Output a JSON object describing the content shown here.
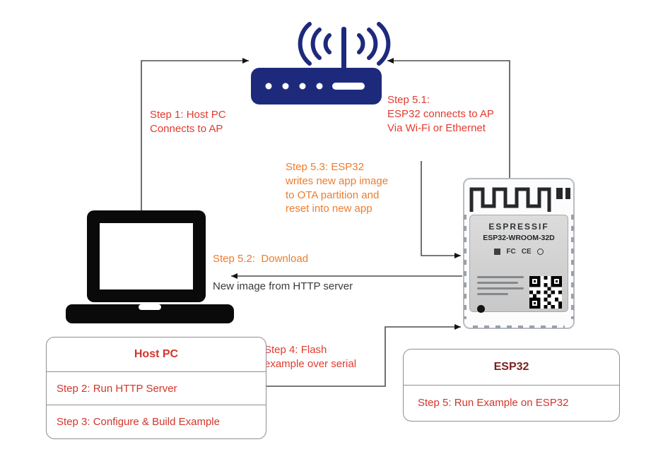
{
  "colors": {
    "red": "#e23b2e",
    "orange": "#ee7c2b",
    "navy": "#1d2a7c",
    "box_red": "#d2352b",
    "esp32_title": "#7c1f1d",
    "line": "#4d4d4d",
    "dark": "#3a3a3a"
  },
  "annotations": {
    "step1": "Step 1: Host PC\nConnects to AP",
    "step5_1": "Step 5.1:\nESP32 connects to AP\nVia Wi-Fi or Ethernet",
    "step5_3": "Step 5.3: ESP32\nwrites new app image\nto OTA partition and\nreset into new app",
    "step5_2_line1": "Step 5.2:  Download",
    "step5_2_line2": "New image from HTTP server",
    "step4": "Step 4: Flash\nexample over serial"
  },
  "boxes": {
    "host_pc": {
      "title": "Host PC",
      "rows": [
        "Step 2: Run HTTP Server",
        "Step 3: Configure & Build Example"
      ]
    },
    "esp32": {
      "title": "ESP32",
      "rows": [
        "Step 5: Run Example on ESP32"
      ]
    }
  },
  "module": {
    "brand": "ESPRESSIF",
    "model": "ESP32-WROOM-32D",
    "marks": [
      "FC",
      "CE"
    ]
  }
}
